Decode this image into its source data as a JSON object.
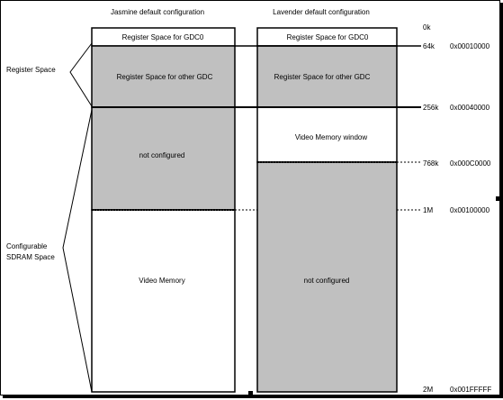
{
  "columns": {
    "jasmine_title": "Jasmine default configuration",
    "lavender_title": "Lavender default configuration"
  },
  "left_labels": {
    "register_space": "Register Space",
    "configurable_sdram_line1": "Configurable",
    "configurable_sdram_line2": "SDRAM Space"
  },
  "jasmine_blocks": {
    "gdc0": "Register Space for GDC0",
    "other_gdc": "Register Space for other GDC",
    "not_configured": "not configured",
    "video_memory": "Video Memory"
  },
  "lavender_blocks": {
    "gdc0": "Register Space for GDC0",
    "other_gdc": "Register Space for other GDC",
    "video_memory_window": "Video Memory window",
    "not_configured": "not configured"
  },
  "size_labels": {
    "s0k": "0k",
    "s64k": "64k",
    "s256k": "256k",
    "s768k": "768k",
    "s1m": "1M",
    "s2m": "2M"
  },
  "addresses": {
    "a64k": "0x00010000",
    "a256k": "0x00040000",
    "a768k": "0x000C0000",
    "a1m": "0x00100000",
    "a2m": "0x001FFFFF"
  },
  "colors": {
    "shaded": "#c0c0c0",
    "outline": "#000000",
    "background": "#ffffff"
  }
}
